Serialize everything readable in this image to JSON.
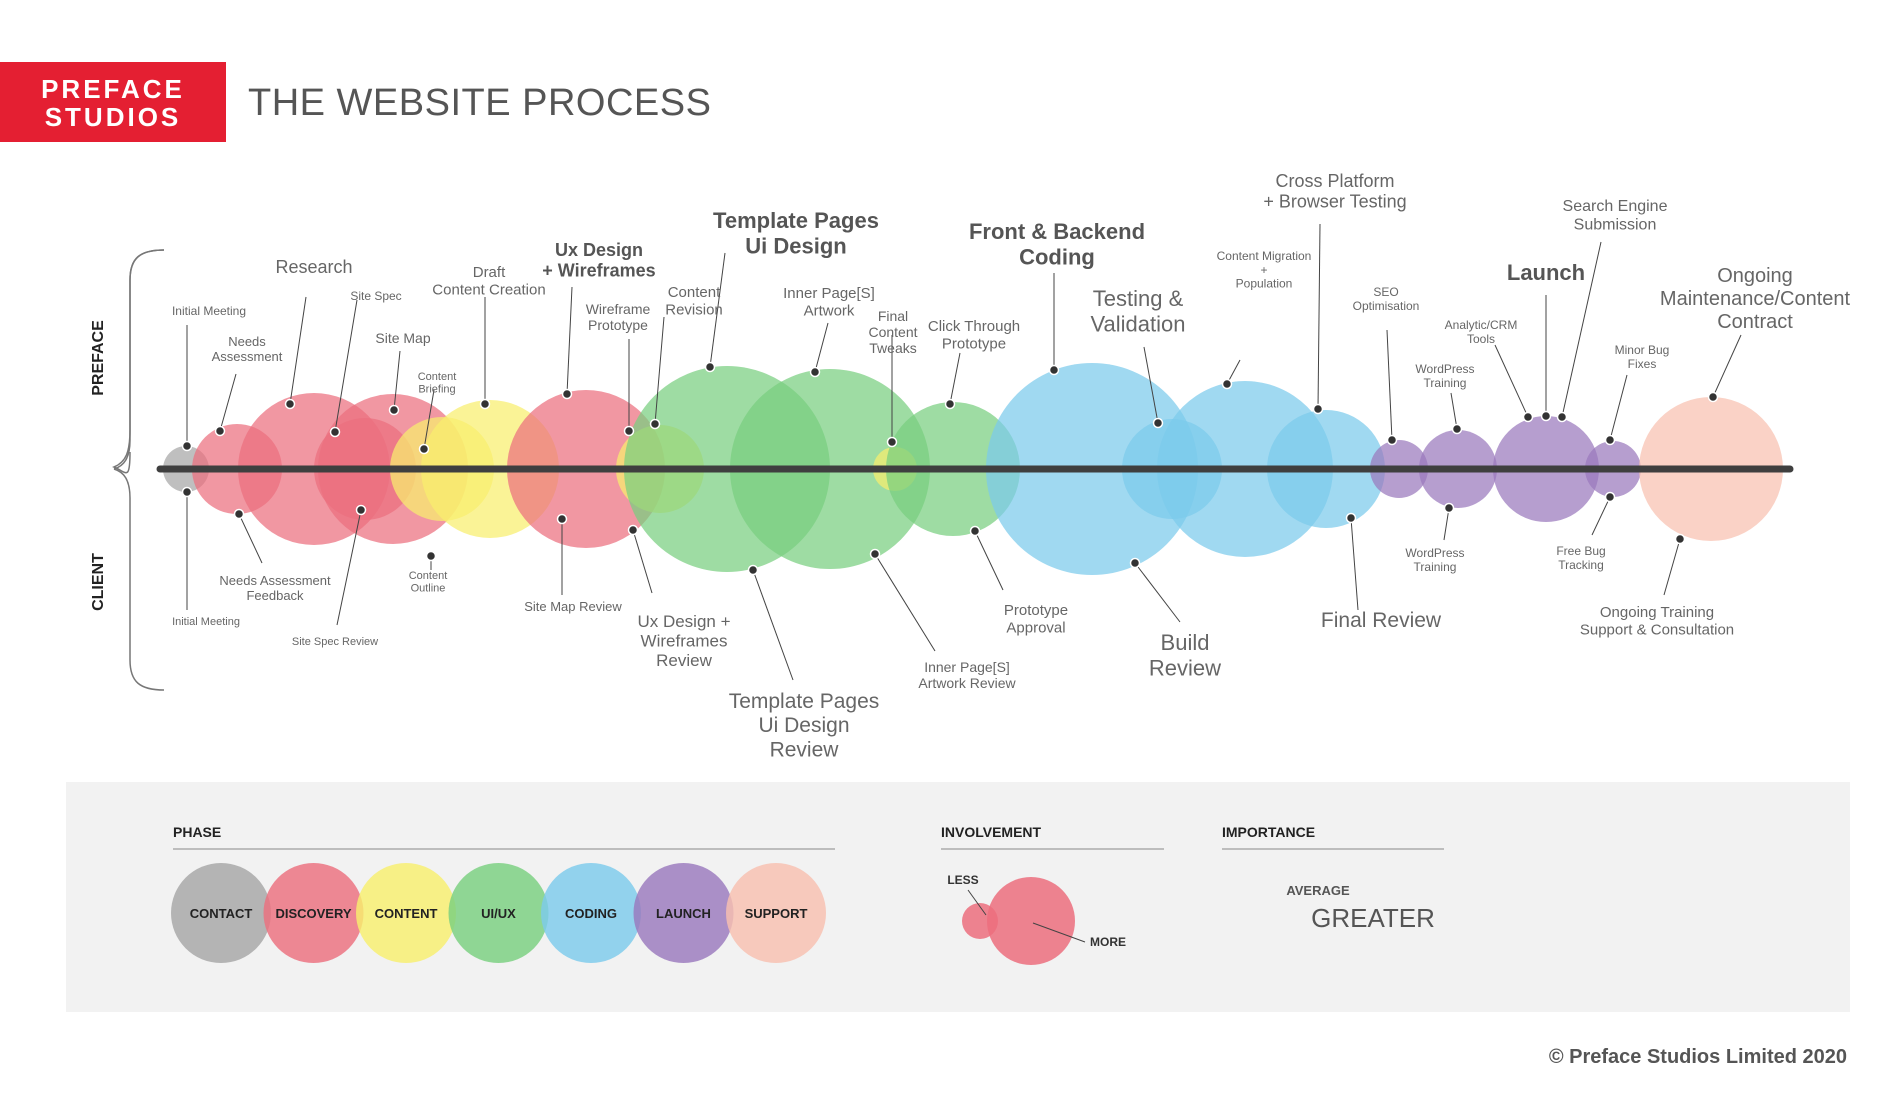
{
  "brand": {
    "line1": "PREFACE",
    "line2": "STUDIOS",
    "color": "#e41f32"
  },
  "title": "THE WEBSITE PROCESS",
  "side_labels": {
    "top": "PREFACE",
    "bottom": "CLIENT"
  },
  "colors": {
    "contact": "#a6a6a6",
    "discovery": "#ec6f7e",
    "content": "#f8ef6e",
    "uiux": "#79cf7f",
    "coding": "#7ccaec",
    "launch": "#9a79bd",
    "support": "#f8c0b0",
    "timeline": "#3f3f3f"
  },
  "steps_preface": [
    {
      "label": "Initial Meeting",
      "phase": "contact"
    },
    {
      "label": "Needs Assessment",
      "phase": "discovery"
    },
    {
      "label": "Research",
      "phase": "discovery"
    },
    {
      "label": "Site Spec",
      "phase": "discovery"
    },
    {
      "label": "Site Map",
      "phase": "discovery"
    },
    {
      "label": "Content Briefing",
      "phase": "content"
    },
    {
      "label": "Draft Content Creation",
      "phase": "content"
    },
    {
      "label": "Ux Design + Wireframes",
      "phase": "discovery"
    },
    {
      "label": "Wireframe Prototype",
      "phase": "discovery"
    },
    {
      "label": "Content Revision",
      "phase": "content"
    },
    {
      "label": "Template Pages Ui Design",
      "phase": "uiux"
    },
    {
      "label": "Inner Page[S] Artwork",
      "phase": "uiux"
    },
    {
      "label": "Final Content Tweaks",
      "phase": "content"
    },
    {
      "label": "Click Through Prototype",
      "phase": "uiux"
    },
    {
      "label": "Front & Backend Coding",
      "phase": "coding"
    },
    {
      "label": "Testing & Validation",
      "phase": "coding"
    },
    {
      "label": "Content Migration + Population",
      "phase": "coding"
    },
    {
      "label": "Cross Platform + Browser Testing",
      "phase": "coding"
    },
    {
      "label": "SEO Optimisation",
      "phase": "launch"
    },
    {
      "label": "WordPress Training",
      "phase": "launch"
    },
    {
      "label": "Analytic/CRM Tools",
      "phase": "launch"
    },
    {
      "label": "Launch",
      "phase": "launch"
    },
    {
      "label": "Search Engine Submission",
      "phase": "launch"
    },
    {
      "label": "Minor Bug Fixes",
      "phase": "launch"
    },
    {
      "label": "Ongoing Maintenance/Content Contract",
      "phase": "support"
    }
  ],
  "steps_client": [
    {
      "label": "Initial Meeting",
      "phase": "contact"
    },
    {
      "label": "Needs Assessment Feedback",
      "phase": "discovery"
    },
    {
      "label": "Site Spec Review",
      "phase": "discovery"
    },
    {
      "label": "Content Outline",
      "phase": "content"
    },
    {
      "label": "Site Map Review",
      "phase": "discovery"
    },
    {
      "label": "Ux Design + Wireframes Review",
      "phase": "discovery"
    },
    {
      "label": "Template Pages Ui Design Review",
      "phase": "uiux"
    },
    {
      "label": "Inner Page[S] Artwork Review",
      "phase": "uiux"
    },
    {
      "label": "Prototype Approval",
      "phase": "uiux"
    },
    {
      "label": "Build Review",
      "phase": "coding"
    },
    {
      "label": "Final Review",
      "phase": "coding"
    },
    {
      "label": "WordPress Training",
      "phase": "launch"
    },
    {
      "label": "Free Bug Tracking",
      "phase": "launch"
    },
    {
      "label": "Ongoing Training Support & Consultation",
      "phase": "support"
    }
  ],
  "legend": {
    "phase_heading": "PHASE",
    "phases": [
      {
        "label": "CONTACT",
        "key": "contact"
      },
      {
        "label": "DISCOVERY",
        "key": "discovery"
      },
      {
        "label": "CONTENT",
        "key": "content"
      },
      {
        "label": "UI/UX",
        "key": "uiux"
      },
      {
        "label": "CODING",
        "key": "coding"
      },
      {
        "label": "LAUNCH",
        "key": "launch"
      },
      {
        "label": "SUPPORT",
        "key": "support"
      }
    ],
    "involvement_heading": "INVOLVEMENT",
    "involvement_less": "LESS",
    "involvement_more": "MORE",
    "importance_heading": "IMPORTANCE",
    "importance_average": "AVERAGE",
    "importance_greater": "GREATER"
  },
  "copyright": "© Preface Studios Limited 2020"
}
